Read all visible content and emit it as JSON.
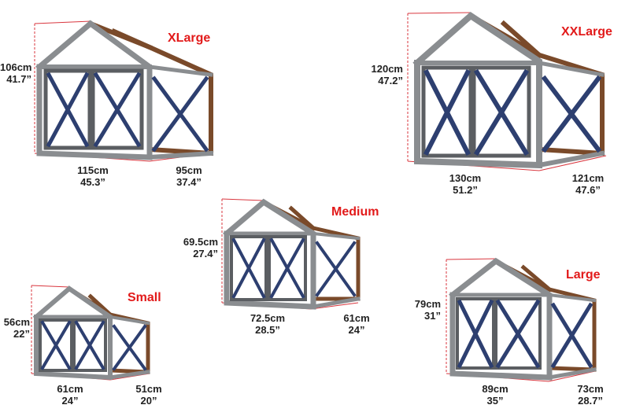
{
  "sizes": {
    "xlarge": {
      "name": "XLarge",
      "height_cm": "106cm",
      "height_in": "41.7”",
      "width_cm": "115cm",
      "width_in": "45.3”",
      "depth_cm": "95cm",
      "depth_in": "37.4”"
    },
    "xxlarge": {
      "name": "XXLarge",
      "height_cm": "120cm",
      "height_in": "47.2”",
      "width_cm": "130cm",
      "width_in": "51.2”",
      "depth_cm": "121cm",
      "depth_in": "47.6”"
    },
    "medium": {
      "name": "Medium",
      "height_cm": "69.5cm",
      "height_in": "27.4”",
      "width_cm": "72.5cm",
      "width_in": "28.5”",
      "depth_cm": "61cm",
      "depth_in": "24”"
    },
    "small": {
      "name": "Small",
      "height_cm": "56cm",
      "height_in": "22”",
      "width_cm": "61cm",
      "width_in": "24”",
      "depth_cm": "51cm",
      "depth_in": "20”"
    },
    "large": {
      "name": "Large",
      "height_cm": "79cm",
      "height_in": "31”",
      "width_cm": "89cm",
      "width_in": "35”",
      "depth_cm": "73cm",
      "depth_in": "28.7”"
    }
  },
  "colors": {
    "accent": "#e21a1a",
    "frame": "#8a8d90",
    "frame_dark": "#5b5e62",
    "wood": "#7a4a2a",
    "brace": "#2d3f70",
    "dim": "#d9363e"
  },
  "icon": "crate-frame-illustration"
}
